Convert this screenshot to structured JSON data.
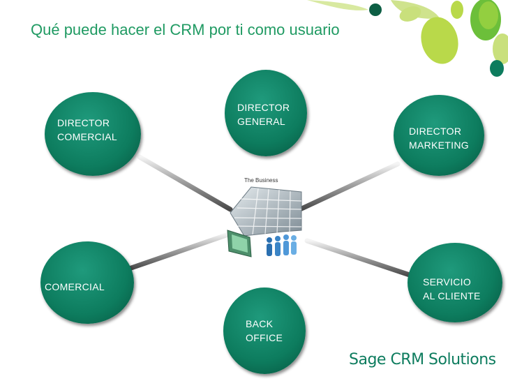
{
  "title": "Qué puede hacer el CRM por ti como usuario",
  "diagram": {
    "center_label": "The Business",
    "nodes": [
      {
        "id": "director-comercial",
        "label": "DIRECTOR\nCOMERCIAL"
      },
      {
        "id": "director-general",
        "label": "DIRECTOR\nGENERAL"
      },
      {
        "id": "director-marketing",
        "label": "DIRECTOR\nMARKETING"
      },
      {
        "id": "comercial",
        "label": "COMERCIAL"
      },
      {
        "id": "servicio-cliente",
        "label": "SERVICIO\nAL CLIENTE"
      },
      {
        "id": "back-office",
        "label": "BACK\nOFFICE"
      }
    ]
  },
  "logo_text": "Sage CRM Solutions",
  "colors": {
    "title": "#1f9a62",
    "node": "#0d7c5e",
    "leaf_light": "#b9d94a",
    "leaf_dark": "#0d7c5e"
  }
}
